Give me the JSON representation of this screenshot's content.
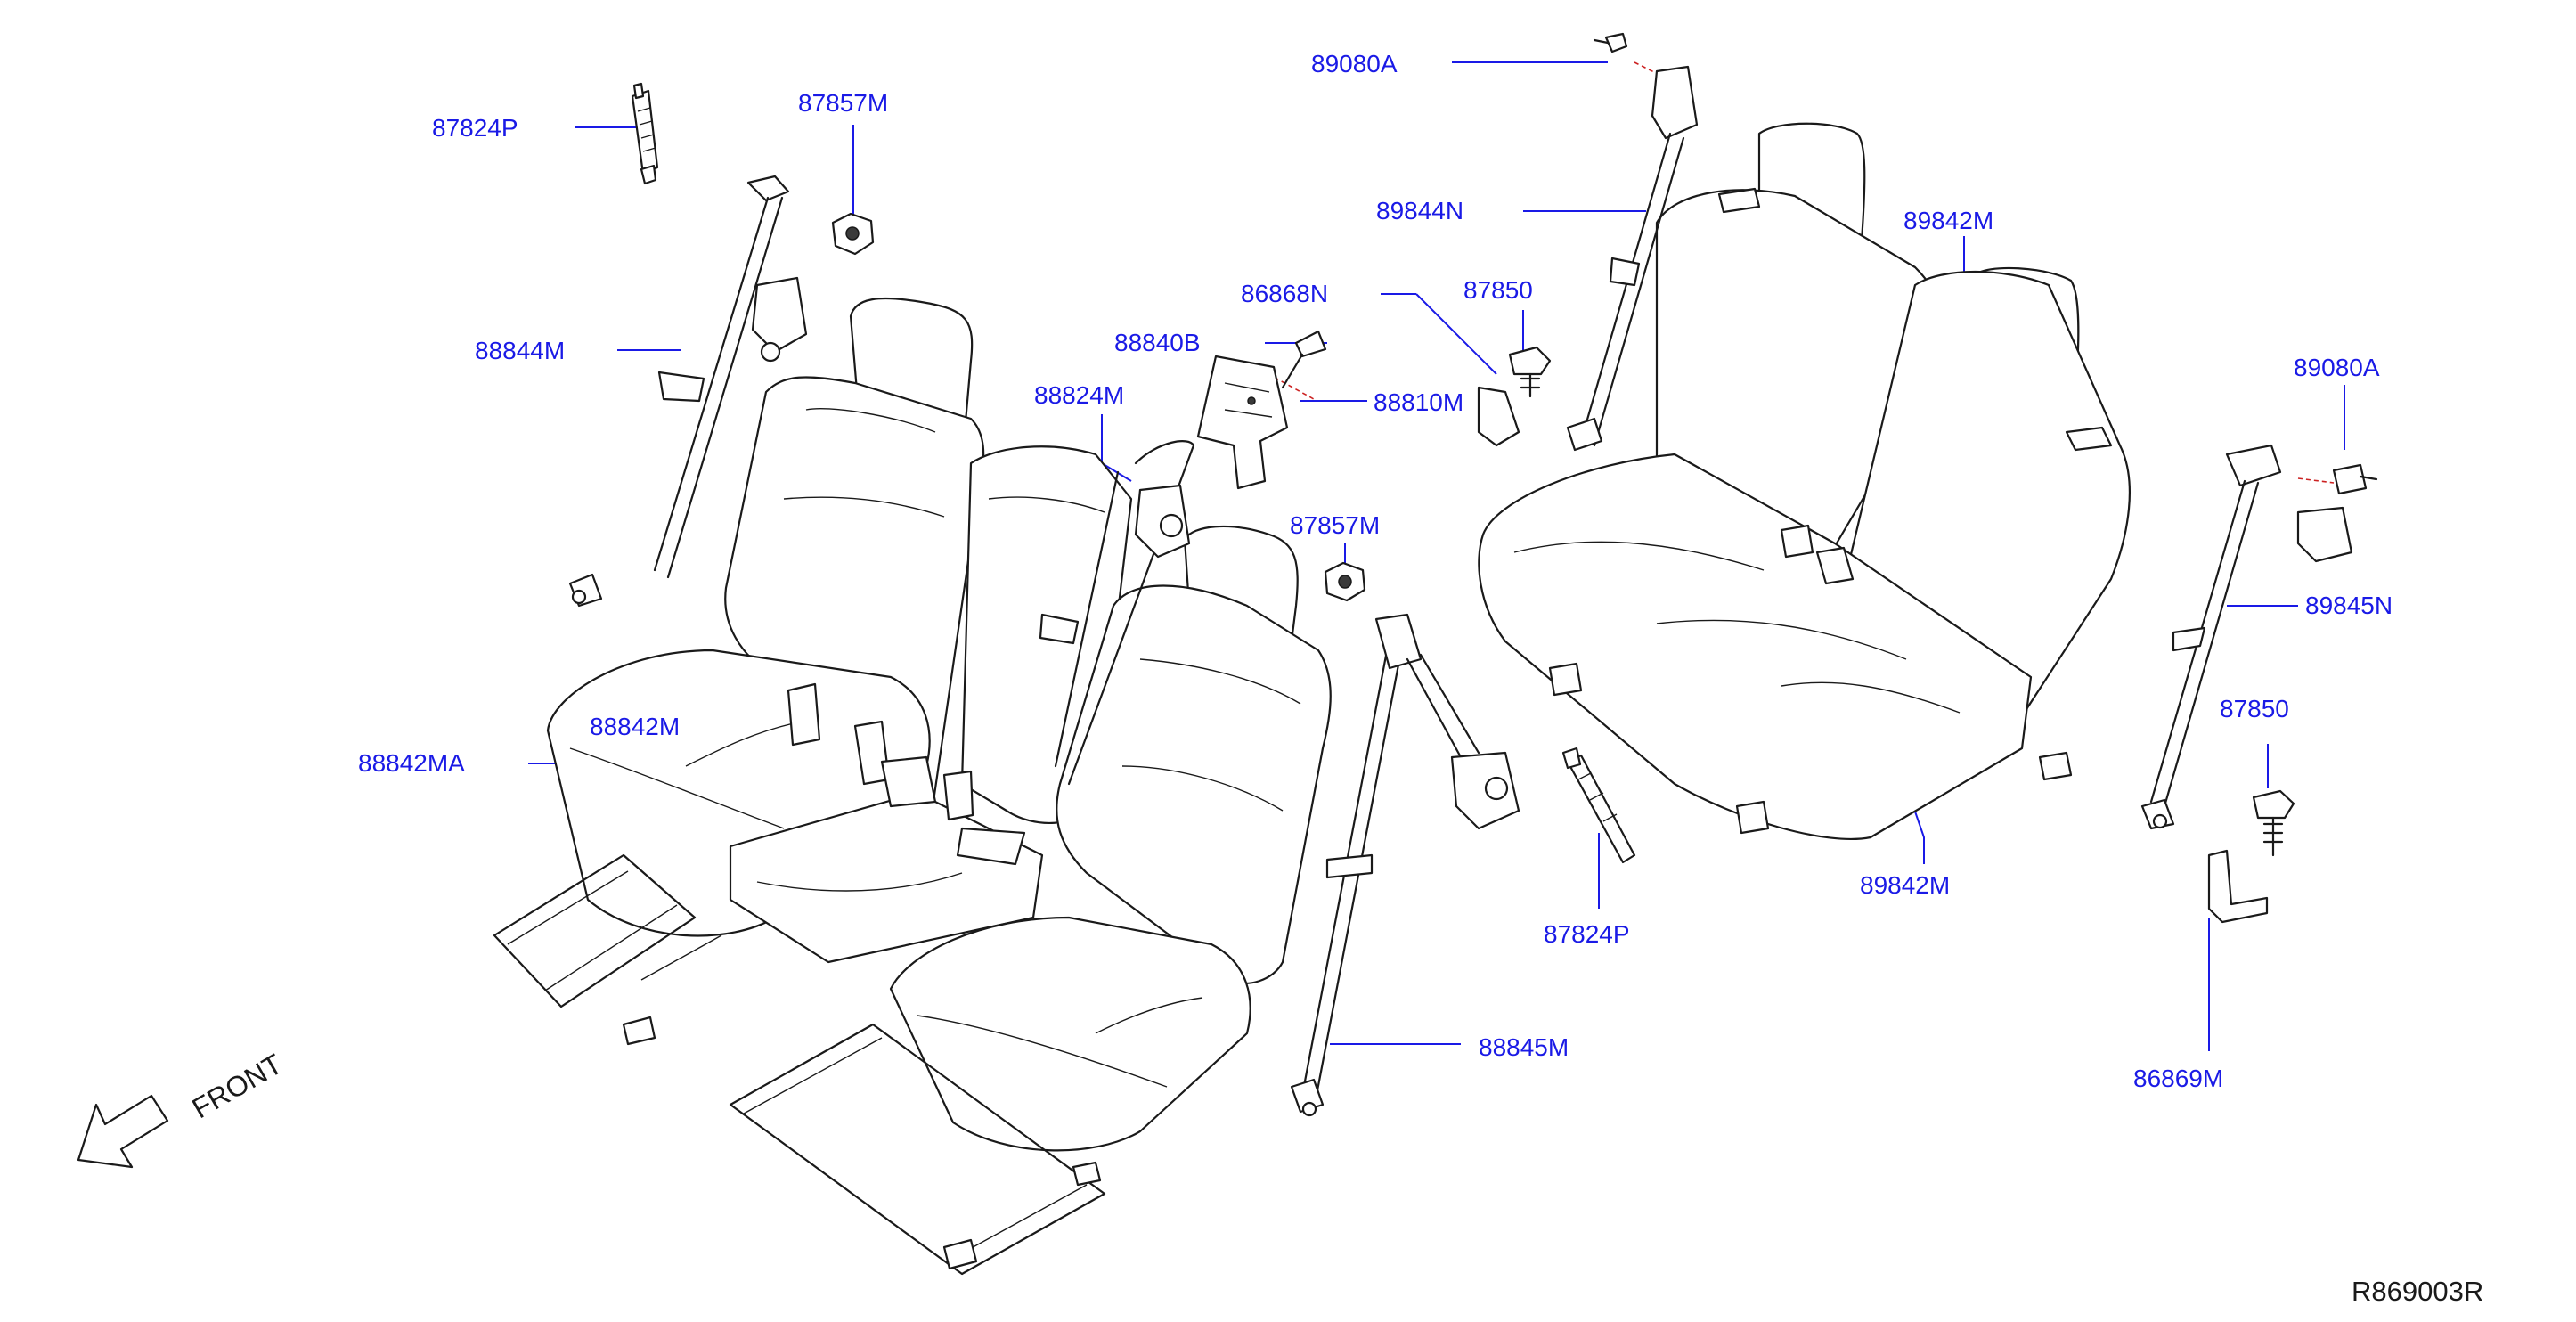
{
  "colors": {
    "label": "#1a1ae6",
    "leader": "#1a1ae6",
    "line_art": "#1a1a1a",
    "reference": "#1a1a1a",
    "dashed_connector": "#cc2222"
  },
  "labels": {
    "l_87824P_a": "87824P",
    "l_87857M_a": "87857M",
    "l_88844M": "88844M",
    "l_86868N": "86868N",
    "l_88840B": "88840B",
    "l_88824M": "88824M",
    "l_88810M": "88810M",
    "l_87857M_b": "87857M",
    "l_88842M": "88842M",
    "l_88842MA": "88842MA",
    "l_89080A_a": "89080A",
    "l_89844N": "89844N",
    "l_87850_a": "87850",
    "l_89842M_a": "89842M",
    "l_89080A_b": "89080A",
    "l_89845N": "89845N",
    "l_87850_b": "87850",
    "l_89842M_b": "89842M",
    "l_87824P_b": "87824P",
    "l_88845M": "88845M",
    "l_86869M": "86869M"
  },
  "front_label": "FRONT",
  "icons": {
    "front_arrow": "front-arrow-icon"
  },
  "reference_code": "R869003R"
}
